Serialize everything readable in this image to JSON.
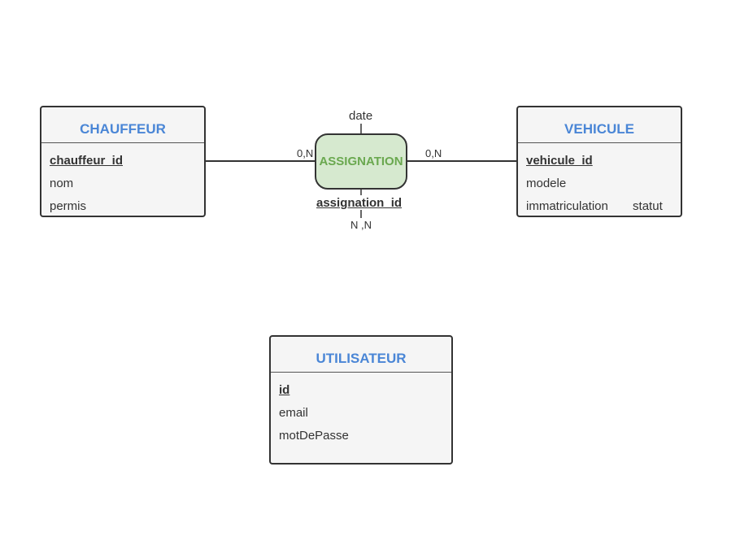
{
  "entities": {
    "chauffeur": {
      "name": "CHAUFFEUR",
      "attributes": [
        "chauffeur_id",
        "nom",
        "permis"
      ]
    },
    "vehicule": {
      "name": "VEHICULE",
      "attributes": [
        "vehicule_id",
        "modele",
        "immatriculation",
        "statut"
      ]
    },
    "utilisateur": {
      "name": "UTILISATEUR",
      "attributes": [
        "id",
        "email",
        "motDePasse"
      ]
    }
  },
  "association": {
    "name": "ASSIGNATION",
    "attribute_top": "date",
    "attribute_bottom": "assignation_id",
    "cardinality_left": "0,N",
    "cardinality_right": "0,N",
    "cardinality_bottom": "N ,N"
  },
  "colors": {
    "entity_title": "#4a86d6",
    "entity_bg": "#f5f5f5",
    "assoc_bg": "#d6e9cf",
    "assoc_text": "#6aa84f",
    "border": "#333333"
  }
}
